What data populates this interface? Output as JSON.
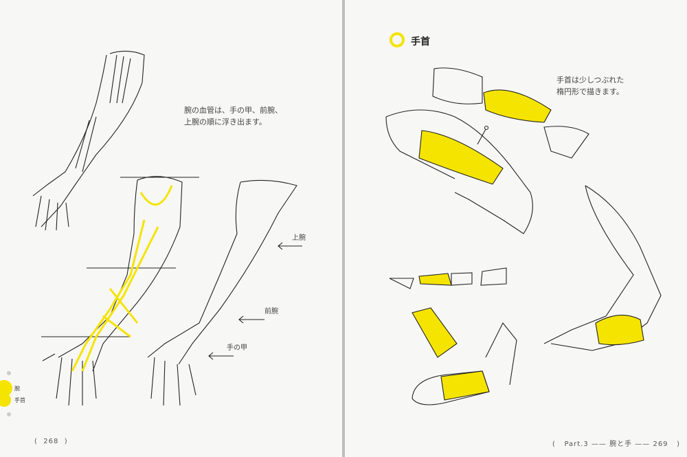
{
  "left_page": {
    "caption": [
      "腕の血管は、手の甲、前腕、",
      "上腕の順に浮き出ます。"
    ],
    "labels": {
      "upper_arm": "上腕",
      "forearm": "前腕",
      "back_of_hand": "手の甲"
    },
    "side_index": [
      "腕",
      "手首"
    ],
    "page_number": "268"
  },
  "right_page": {
    "section_title": "手首",
    "caption": [
      "手首は少しつぶれた",
      "楕円形で描きます。"
    ],
    "footer": {
      "part": "Part.3",
      "chapter": "腕と手",
      "page_number": "269"
    }
  },
  "colors": {
    "accent": "#f5e400",
    "line": "#222222"
  }
}
